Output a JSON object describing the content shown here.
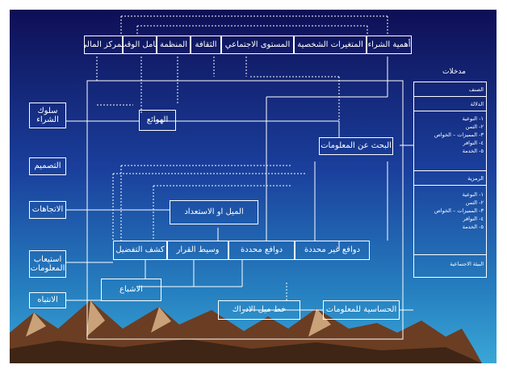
{
  "colors": {
    "sky_top": "#10125a",
    "sky_mid": "#1c4aa8",
    "sky_low": "#2a8ec4",
    "line": "#ffffff",
    "mountain": "#7a4a2a"
  },
  "top_factors": [
    "أهمية الشراء",
    "المتغيرات الشخصية",
    "المستوى الاجتماعي",
    "الثقافة",
    "المنظمة",
    "عامل الوقت",
    "المركز المالي"
  ],
  "inputs": {
    "title": "مدخلات",
    "sections": [
      "الصنف",
      "الدلالة",
      "١- النوعية\n٢- الثمن\n٣- المميزات – الخواص\n٤- التوافر\n٥- الخدمة",
      "الرمزية",
      "١- النوعية\n٢- الثمن\n٣- المميزات – الخواص\n٤- التوافر\n٥- الخدمة",
      "البيئة الاجتماعية"
    ]
  },
  "outputs": [
    "سلوك\nالشراء",
    "التصميم",
    "الاتجاهات",
    "استيعاب\nالمعلومات",
    "الانتباه"
  ],
  "nodes": {
    "motives": "الهوائع",
    "info_search": "البحث عن المعلومات",
    "tendency": "الميل او الاستعداد",
    "preference_detector": "كشف التفضيل",
    "decision_mediator": "وسيط القرار",
    "specific_motives": "دوافع محددة",
    "nonspecific_motives": "دوافع غير محددة",
    "satisfaction": "الاشباع",
    "perception_bias": "خط ميل الادراك",
    "info_sensitivity": "الحساسية للمعلومات"
  }
}
